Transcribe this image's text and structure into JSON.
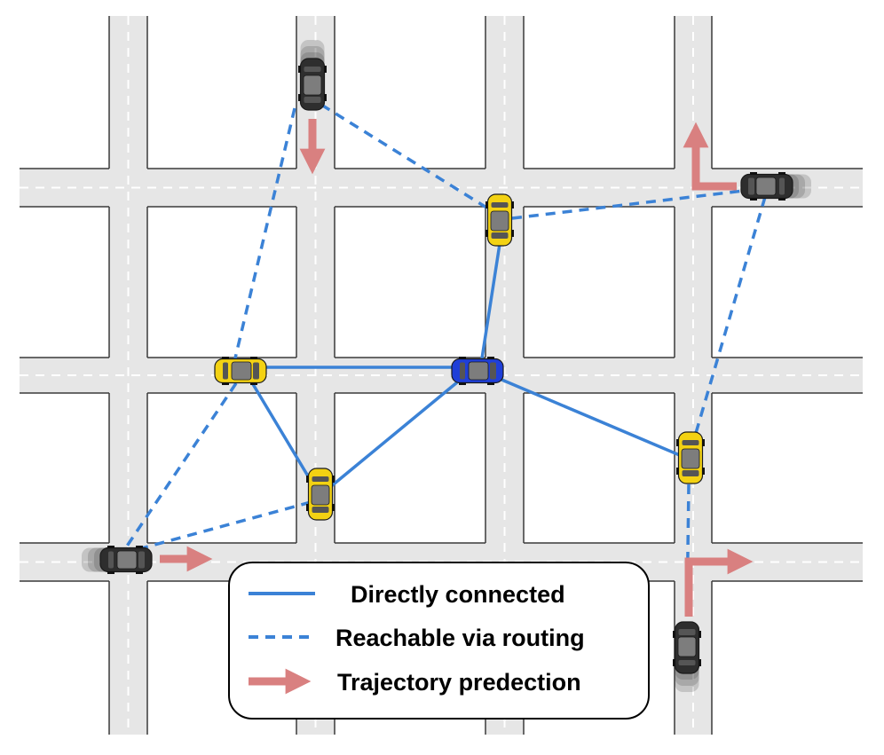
{
  "colors": {
    "road": "#e6e6e6",
    "road_edge": "#3a3a3a",
    "lane_marking": "#ffffff",
    "link": "#3b82d6",
    "trajectory": "#d98080",
    "car_yellow": "#f3d213",
    "car_blue": "#1f3fd8",
    "car_dark": "#2e2e2e"
  },
  "legend": {
    "items": [
      {
        "label": "Directly connected",
        "style": "solid"
      },
      {
        "label": "Reachable via routing",
        "style": "dashed"
      },
      {
        "label": "Trajectory predection",
        "style": "arrow"
      }
    ]
  },
  "vehicles": [
    {
      "id": "ego",
      "kind": "connected",
      "color": "blue",
      "heading": "horizontal"
    },
    {
      "id": "yellow-1",
      "kind": "connected",
      "color": "yellow",
      "heading": "horizontal"
    },
    {
      "id": "yellow-2",
      "kind": "connected",
      "color": "yellow",
      "heading": "vertical"
    },
    {
      "id": "yellow-3",
      "kind": "connected",
      "color": "yellow",
      "heading": "vertical"
    },
    {
      "id": "yellow-4",
      "kind": "connected",
      "color": "yellow",
      "heading": "vertical"
    },
    {
      "id": "dark-1",
      "kind": "moving",
      "color": "dark",
      "heading": "south"
    },
    {
      "id": "dark-2",
      "kind": "moving",
      "color": "dark",
      "heading": "west"
    },
    {
      "id": "dark-3",
      "kind": "moving",
      "color": "dark",
      "heading": "east"
    },
    {
      "id": "dark-4",
      "kind": "moving",
      "color": "dark",
      "heading": "north"
    }
  ],
  "links": [
    {
      "from": "yellow-1",
      "to": "ego",
      "type": "direct"
    },
    {
      "from": "yellow-2",
      "to": "ego",
      "type": "direct"
    },
    {
      "from": "yellow-1",
      "to": "yellow-3",
      "type": "direct"
    },
    {
      "from": "yellow-3",
      "to": "ego",
      "type": "direct"
    },
    {
      "from": "ego",
      "to": "yellow-4",
      "type": "direct"
    },
    {
      "from": "dark-1",
      "to": "yellow-1",
      "type": "routing"
    },
    {
      "from": "dark-1",
      "to": "yellow-2",
      "type": "routing"
    },
    {
      "from": "yellow-2",
      "to": "dark-2",
      "type": "routing"
    },
    {
      "from": "dark-2",
      "to": "yellow-4",
      "type": "routing"
    },
    {
      "from": "yellow-4",
      "to": "dark-4",
      "type": "routing"
    },
    {
      "from": "yellow-1",
      "to": "dark-3",
      "type": "routing"
    },
    {
      "from": "yellow-3",
      "to": "dark-3",
      "type": "routing"
    }
  ]
}
